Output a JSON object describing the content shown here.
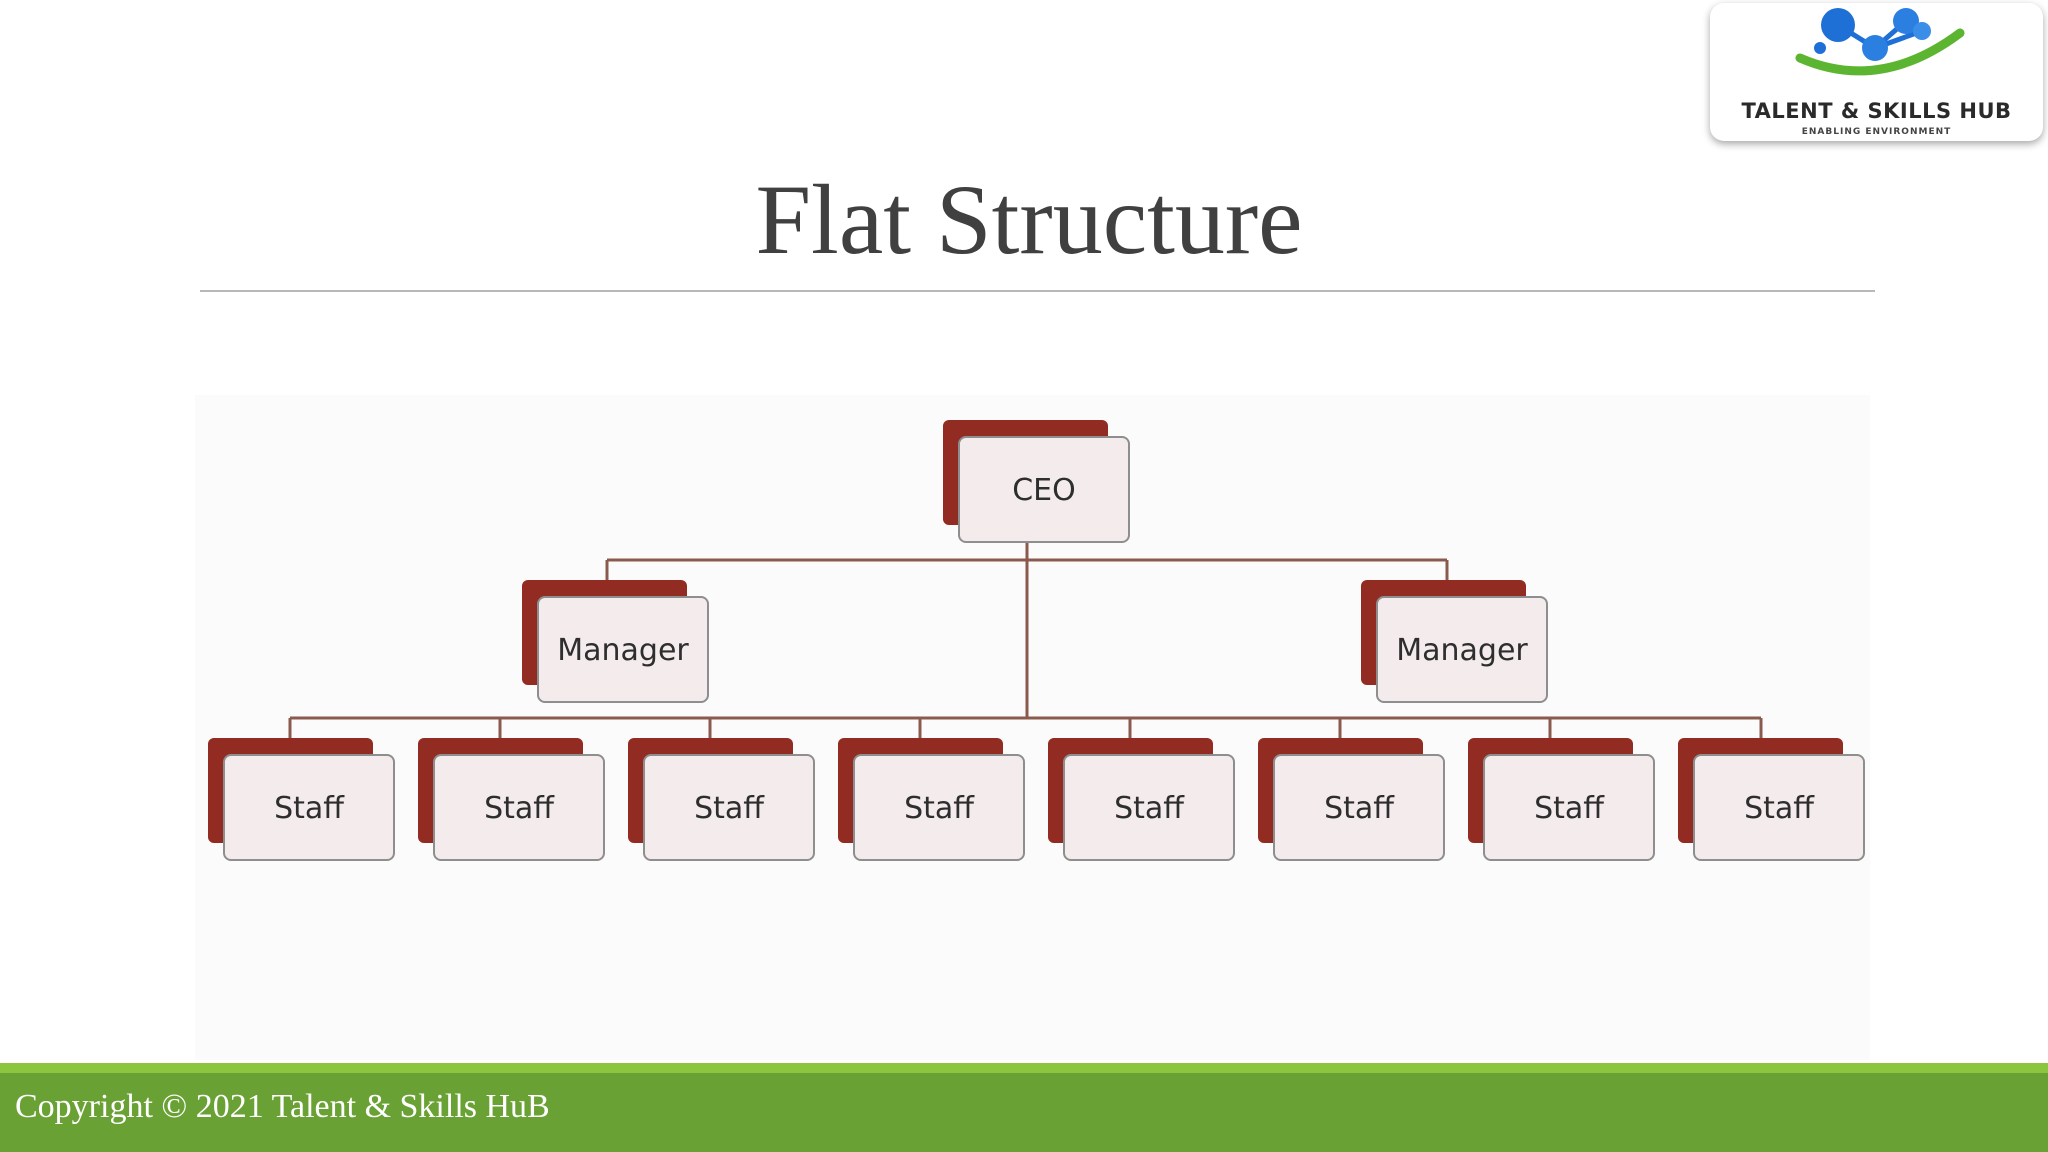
{
  "slide": {
    "title": "Flat Structure"
  },
  "logo": {
    "name": "TALENT & SKILLS HUB",
    "tagline": "ENABLING ENVIRONMENT"
  },
  "org_chart": {
    "ceo": "CEO",
    "managers": [
      "Manager",
      "Manager"
    ],
    "staff": [
      "Staff",
      "Staff",
      "Staff",
      "Staff",
      "Staff",
      "Staff",
      "Staff",
      "Staff"
    ]
  },
  "footer": {
    "copyright": "Copyright © 2021 Talent & Skills HuB"
  },
  "colors": {
    "box_back": "#922b21",
    "box_front": "#f4ecec",
    "connector": "#8a5a4e",
    "footer_green": "#6aa134",
    "footer_accent": "#8cc63f"
  }
}
